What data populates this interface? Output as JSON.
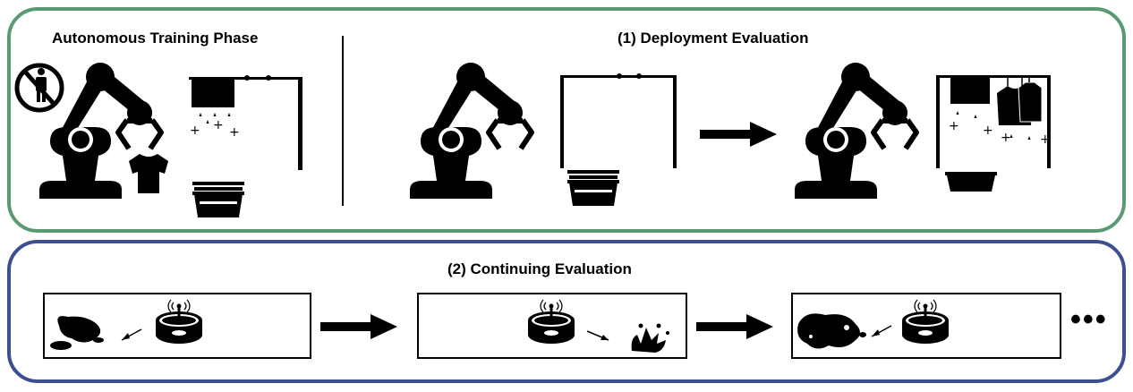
{
  "top_panel": {
    "training_title": "Autonomous Training Phase",
    "deployment_title": "(1) Deployment Evaluation",
    "border_color": "#5a9a73"
  },
  "bottom_panel": {
    "continuing_title": "(2) Continuing Evaluation",
    "ellipsis": "•••",
    "border_color": "#3e4f8f"
  },
  "icons": [
    "no-human-icon",
    "robot-arm-icon",
    "shirt-icon",
    "drying-rack-icon",
    "laundry-basket-icon",
    "arrow-right-icon",
    "robot-vacuum-icon",
    "spill-icon",
    "splash-icon"
  ]
}
